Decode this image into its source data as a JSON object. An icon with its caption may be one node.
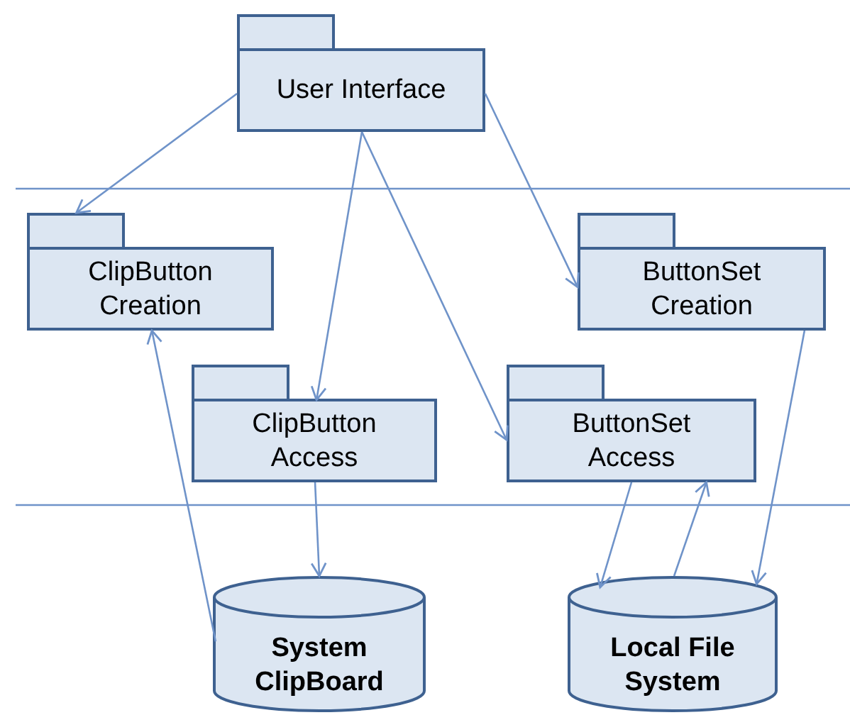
{
  "diagram": {
    "nodes": [
      {
        "text": [
          "User Interface"
        ]
      },
      {
        "text": [
          "ClipButton Creation"
        ]
      },
      {
        "text": [
          "ButtonSet Creation"
        ]
      },
      {
        "text": [
          "ClipButton Access"
        ]
      },
      {
        "text": [
          "ButtonSet Access"
        ]
      },
      {
        "text": [
          "System ClipBoard"
        ]
      },
      {
        "text": [
          "Local File System"
        ]
      }
    ],
    "edges": [
      {
        "from": 0,
        "to": 1,
        "arrow": "to"
      },
      {
        "from": 0,
        "to": 3,
        "arrow": "to"
      },
      {
        "from": 0,
        "to": 4,
        "arrow": "to"
      },
      {
        "from": 0,
        "to": 2,
        "arrow": "to"
      },
      {
        "from": 5,
        "to": 1,
        "arrow": "to"
      },
      {
        "from": 3,
        "to": 5,
        "arrow": "to"
      },
      {
        "from": 4,
        "to": 6,
        "arrow": "to"
      },
      {
        "from": 6,
        "to": 4,
        "arrow": "to"
      },
      {
        "from": 2,
        "to": 6,
        "arrow": "to"
      }
    ]
  }
}
